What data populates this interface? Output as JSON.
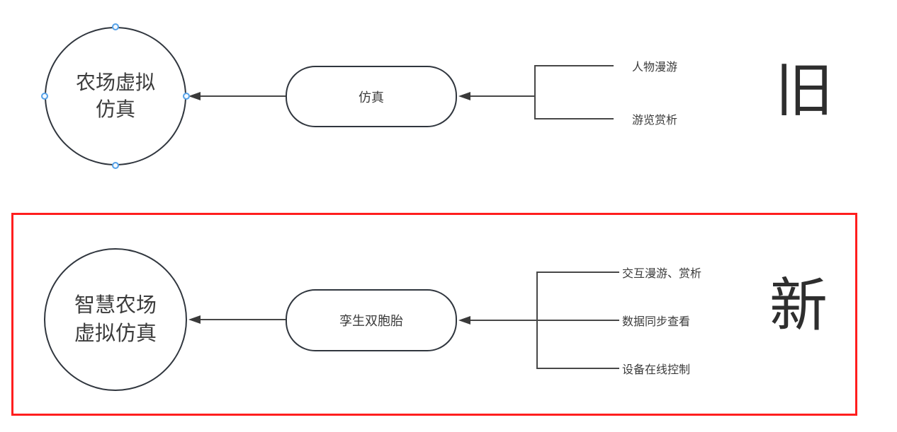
{
  "old_section": {
    "section_label": "旧",
    "circle": {
      "line1": "农场虚拟",
      "line2": "仿真"
    },
    "pill_label": "仿真",
    "branches": [
      {
        "label": "人物漫游"
      },
      {
        "label": "游览赏析"
      }
    ]
  },
  "new_section": {
    "section_label": "新",
    "circle": {
      "line1": "智慧农场",
      "line2": "虚拟仿真"
    },
    "pill_label": "孪生双胞胎",
    "branches": [
      {
        "label": "交互漫游、赏析"
      },
      {
        "label": "数据同步查看"
      },
      {
        "label": "设备在线控制"
      }
    ]
  },
  "colors": {
    "shape_stroke": "#30363e",
    "connector_line": "#474747",
    "text": "#3c3c3c",
    "section_label_text": "#2e2e2e",
    "highlight_border": "#ff1e1e",
    "selection_handle": "#55a1e8"
  }
}
